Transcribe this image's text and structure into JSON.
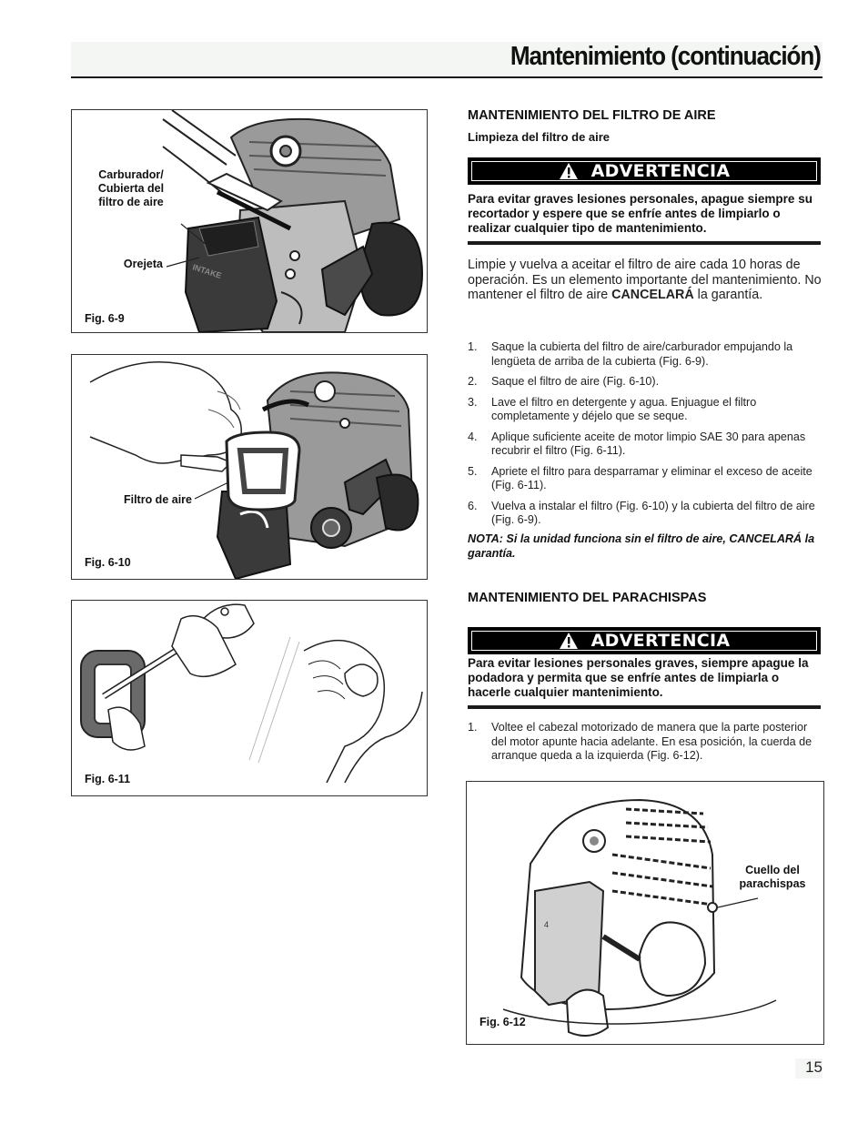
{
  "header": {
    "title": "Mantenimiento (continuación)"
  },
  "figures": {
    "fig9": {
      "label": "Fig. 6-9",
      "callout_carburador": "Carburador/\nCubierta del\nfiltro de aire",
      "callout_orejeta": "Orejeta",
      "intake_text": "INTAKE"
    },
    "fig10": {
      "label": "Fig. 6-10",
      "callout_filtro": "Filtro de aire"
    },
    "fig11": {
      "label": "Fig. 6-11"
    },
    "fig12": {
      "label": "Fig. 6-12",
      "callout_cuello": "Cuello del\nparachispas"
    }
  },
  "section1": {
    "heading": "MANTENIMIENTO DEL FILTRO DE AIRE",
    "subheading": "Limpieza del filtro de aire",
    "warning_label": "ADVERTENCIA",
    "warning_text": "Para evitar graves lesiones personales, apague siempre su recortador y espere que se enfríe antes de limpiarlo o realizar cualquier tipo de mantenimiento.",
    "intro_text": "Limpie y vuelva a aceitar el filtro de aire cada 10 horas de operación. Es un elemento importante del mantenimiento. No mantener el filtro de aire ",
    "intro_bold": "CANCELARÁ",
    "intro_end": " la garantía.",
    "steps": [
      {
        "num": "1.",
        "text": "Saque la cubierta del filtro de aire/carburador empujando la lengüeta de arriba de la cubierta (Fig. 6-9)."
      },
      {
        "num": "2.",
        "text": "Saque el filtro de aire (Fig. 6-10)."
      },
      {
        "num": "3.",
        "text": "Lave el filtro en detergente y agua. Enjuague el filtro completamente y déjelo que se seque."
      },
      {
        "num": "4.",
        "text": "Aplique suficiente aceite de motor limpio SAE 30 para apenas recubrir el filtro  (Fig. 6-11)."
      },
      {
        "num": "5.",
        "text": "Apriete el filtro para desparramar y eliminar el exceso de aceite (Fig. 6-11)."
      },
      {
        "num": "6.",
        "text": "Vuelva a instalar el filtro (Fig. 6-10) y la cubierta del filtro de aire (Fig. 6-9)."
      }
    ],
    "note": "NOTA: Si la unidad funciona sin el filtro de aire, CANCELARÁ la garantía."
  },
  "section2": {
    "heading": "MANTENIMIENTO DEL PARACHISPAS",
    "warning_label": "ADVERTENCIA",
    "warning_text": "Para evitar lesiones personales graves, siempre apague la podadora y permita que se enfríe antes de limpiarla o hacerle cualquier mantenimiento.",
    "steps": [
      {
        "num": "1.",
        "text": "Voltee el cabezal motorizado de manera que la parte posterior del motor apunte hacia adelante. En esa posición, la cuerda de arranque queda a la izquierda (Fig. 6-12)."
      }
    ]
  },
  "footer": {
    "page_number": "15"
  },
  "colors": {
    "warning_bg": "#000000",
    "warning_text": "#ffffff",
    "header_band": "#f4f6f4",
    "engine_gray": "#9a9a9a",
    "dark_gray": "#3a3a3a"
  },
  "icons": [
    "warning-triangle-icon"
  ]
}
